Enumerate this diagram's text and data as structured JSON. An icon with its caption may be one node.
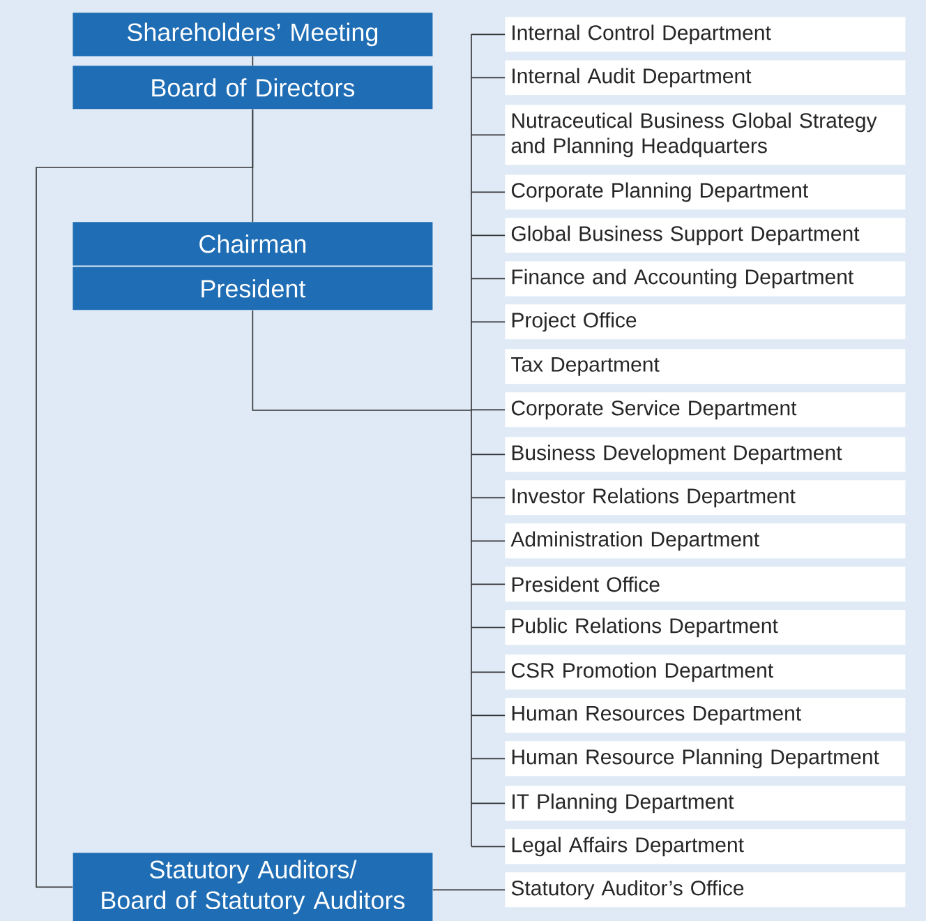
{
  "diagram": {
    "nodes": [
      {
        "text": [
          "Shareholders’ Meeting"
        ]
      },
      {
        "text": [
          "Board of Directors"
        ]
      },
      {
        "text": [
          "Chairman"
        ]
      },
      {
        "text": [
          "President"
        ]
      },
      {
        "text": [
          "Internal Control Department"
        ]
      },
      {
        "text": [
          "Internal Audit Department"
        ]
      },
      {
        "text": [
          "Nutraceutical Business Global Strategy and Planning Headquarters"
        ]
      },
      {
        "text": [
          "Corporate Planning Department"
        ]
      },
      {
        "text": [
          "Global Business Support Department"
        ]
      },
      {
        "text": [
          "Finance and Accounting Department"
        ]
      },
      {
        "text": [
          "Project Office"
        ]
      },
      {
        "text": [
          "Tax Department"
        ]
      },
      {
        "text": [
          "Corporate Service Department"
        ]
      },
      {
        "text": [
          "Business Development Department"
        ]
      },
      {
        "text": [
          "Investor Relations Department"
        ]
      },
      {
        "text": [
          "Administration Department"
        ]
      },
      {
        "text": [
          "President Office"
        ]
      },
      {
        "text": [
          "Public Relations Department"
        ]
      },
      {
        "text": [
          "CSR Promotion Department"
        ]
      },
      {
        "text": [
          "Human Resources Department"
        ]
      },
      {
        "text": [
          "Human Resource Planning Department"
        ]
      },
      {
        "text": [
          "IT Planning Department"
        ]
      },
      {
        "text": [
          "Legal Affairs Department"
        ]
      },
      {
        "text": [
          "Statutory Auditors/ Board of Statutory Auditors"
        ]
      },
      {
        "text": [
          "Statutory Auditor’s Office"
        ]
      }
    ],
    "edges": [
      {
        "from": 0,
        "to": 1,
        "arrow": "none"
      },
      {
        "from": 1,
        "to": 2,
        "arrow": "none"
      },
      {
        "from": 1,
        "to": 23,
        "arrow": "none"
      },
      {
        "from": 3,
        "to": 4,
        "arrow": "none"
      },
      {
        "from": 3,
        "to": 5,
        "arrow": "none"
      },
      {
        "from": 3,
        "to": 6,
        "arrow": "none"
      },
      {
        "from": 3,
        "to": 7,
        "arrow": "none"
      },
      {
        "from": 3,
        "to": 8,
        "arrow": "none"
      },
      {
        "from": 3,
        "to": 9,
        "arrow": "none"
      },
      {
        "from": 3,
        "to": 10,
        "arrow": "none"
      },
      {
        "from": 3,
        "to": 12,
        "arrow": "none"
      },
      {
        "from": 3,
        "to": 13,
        "arrow": "none"
      },
      {
        "from": 3,
        "to": 14,
        "arrow": "none"
      },
      {
        "from": 3,
        "to": 15,
        "arrow": "none"
      },
      {
        "from": 3,
        "to": 16,
        "arrow": "none"
      },
      {
        "from": 3,
        "to": 17,
        "arrow": "none"
      },
      {
        "from": 3,
        "to": 18,
        "arrow": "none"
      },
      {
        "from": 3,
        "to": 19,
        "arrow": "none"
      },
      {
        "from": 3,
        "to": 20,
        "arrow": "none"
      },
      {
        "from": 3,
        "to": 21,
        "arrow": "none"
      },
      {
        "from": 3,
        "to": 22,
        "arrow": "none"
      },
      {
        "from": 23,
        "to": 24,
        "arrow": "none"
      }
    ]
  }
}
